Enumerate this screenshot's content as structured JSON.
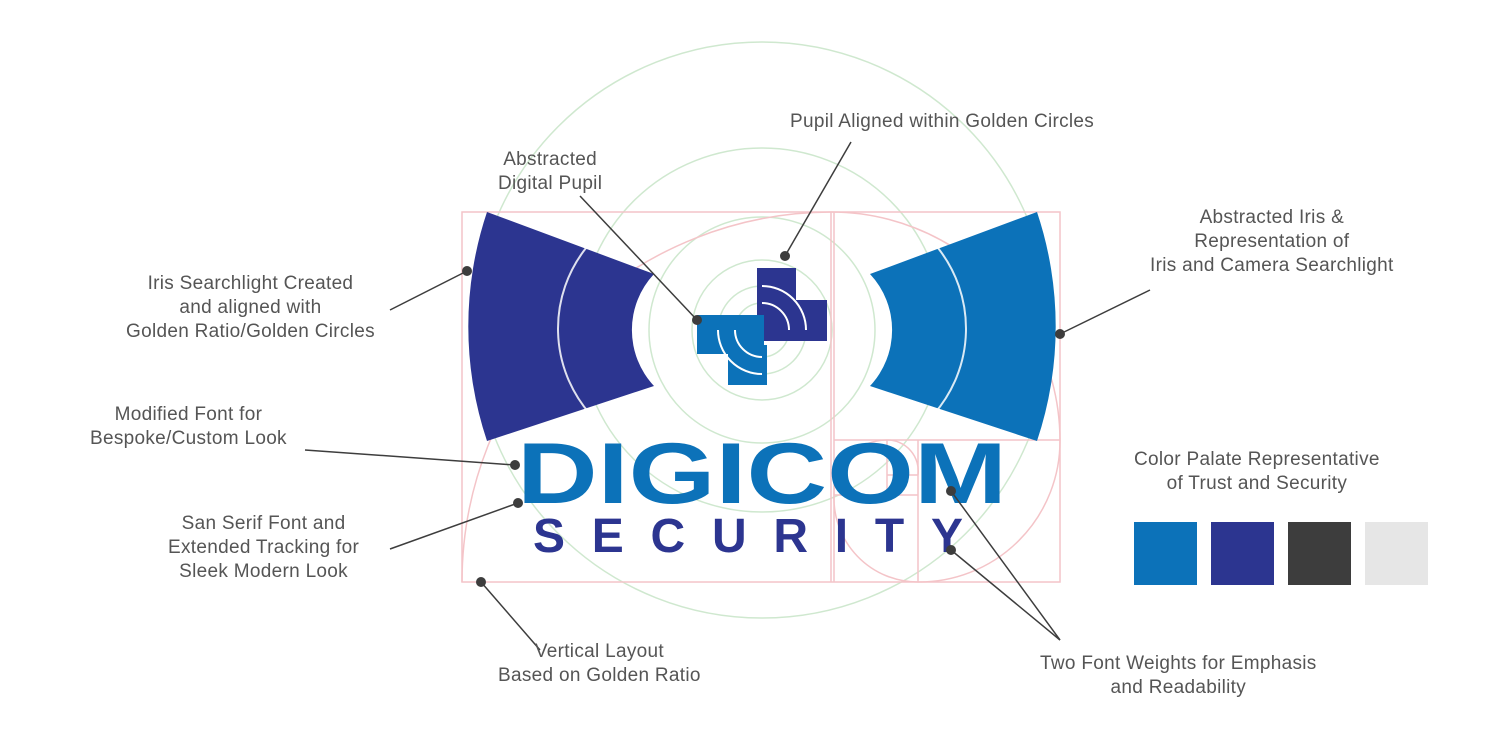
{
  "logo": {
    "wordmark": "DIGICOM",
    "tagline": "SECURITY"
  },
  "annotations": {
    "pupil_aligned": "Pupil Aligned within Golden Circles",
    "abstracted_pupil": [
      "Abstracted",
      "Digital Pupil"
    ],
    "iris_searchlight": [
      "Iris Searchlight Created",
      "and aligned with",
      "Golden Ratio/Golden Circles"
    ],
    "abstracted_iris": [
      "Abstracted Iris &",
      "Representation of",
      "Iris and Camera Searchlight"
    ],
    "modified_font": [
      "Modified Font for",
      "Bespoke/Custom Look"
    ],
    "san_serif": [
      "San Serif Font and",
      "Extended Tracking for",
      "Sleek Modern Look"
    ],
    "vertical_layout": [
      "Vertical Layout",
      "Based on Golden Ratio"
    ],
    "two_weights": [
      "Two Font Weights for Emphasis",
      "and Readability"
    ],
    "palette_title": [
      "Color Palate Representative",
      "of Trust and Security"
    ]
  },
  "palette": {
    "colors": [
      "#0c72b9",
      "#2c3590",
      "#3d3d3d",
      "#e6e6e6"
    ]
  },
  "colors": {
    "brand_blue": "#0c72b9",
    "brand_navy": "#2c3590",
    "guide_green": "#cfe8cf",
    "guide_pink": "#f4c4c8",
    "pointer": "#3d3d3d",
    "text": "#555555"
  }
}
